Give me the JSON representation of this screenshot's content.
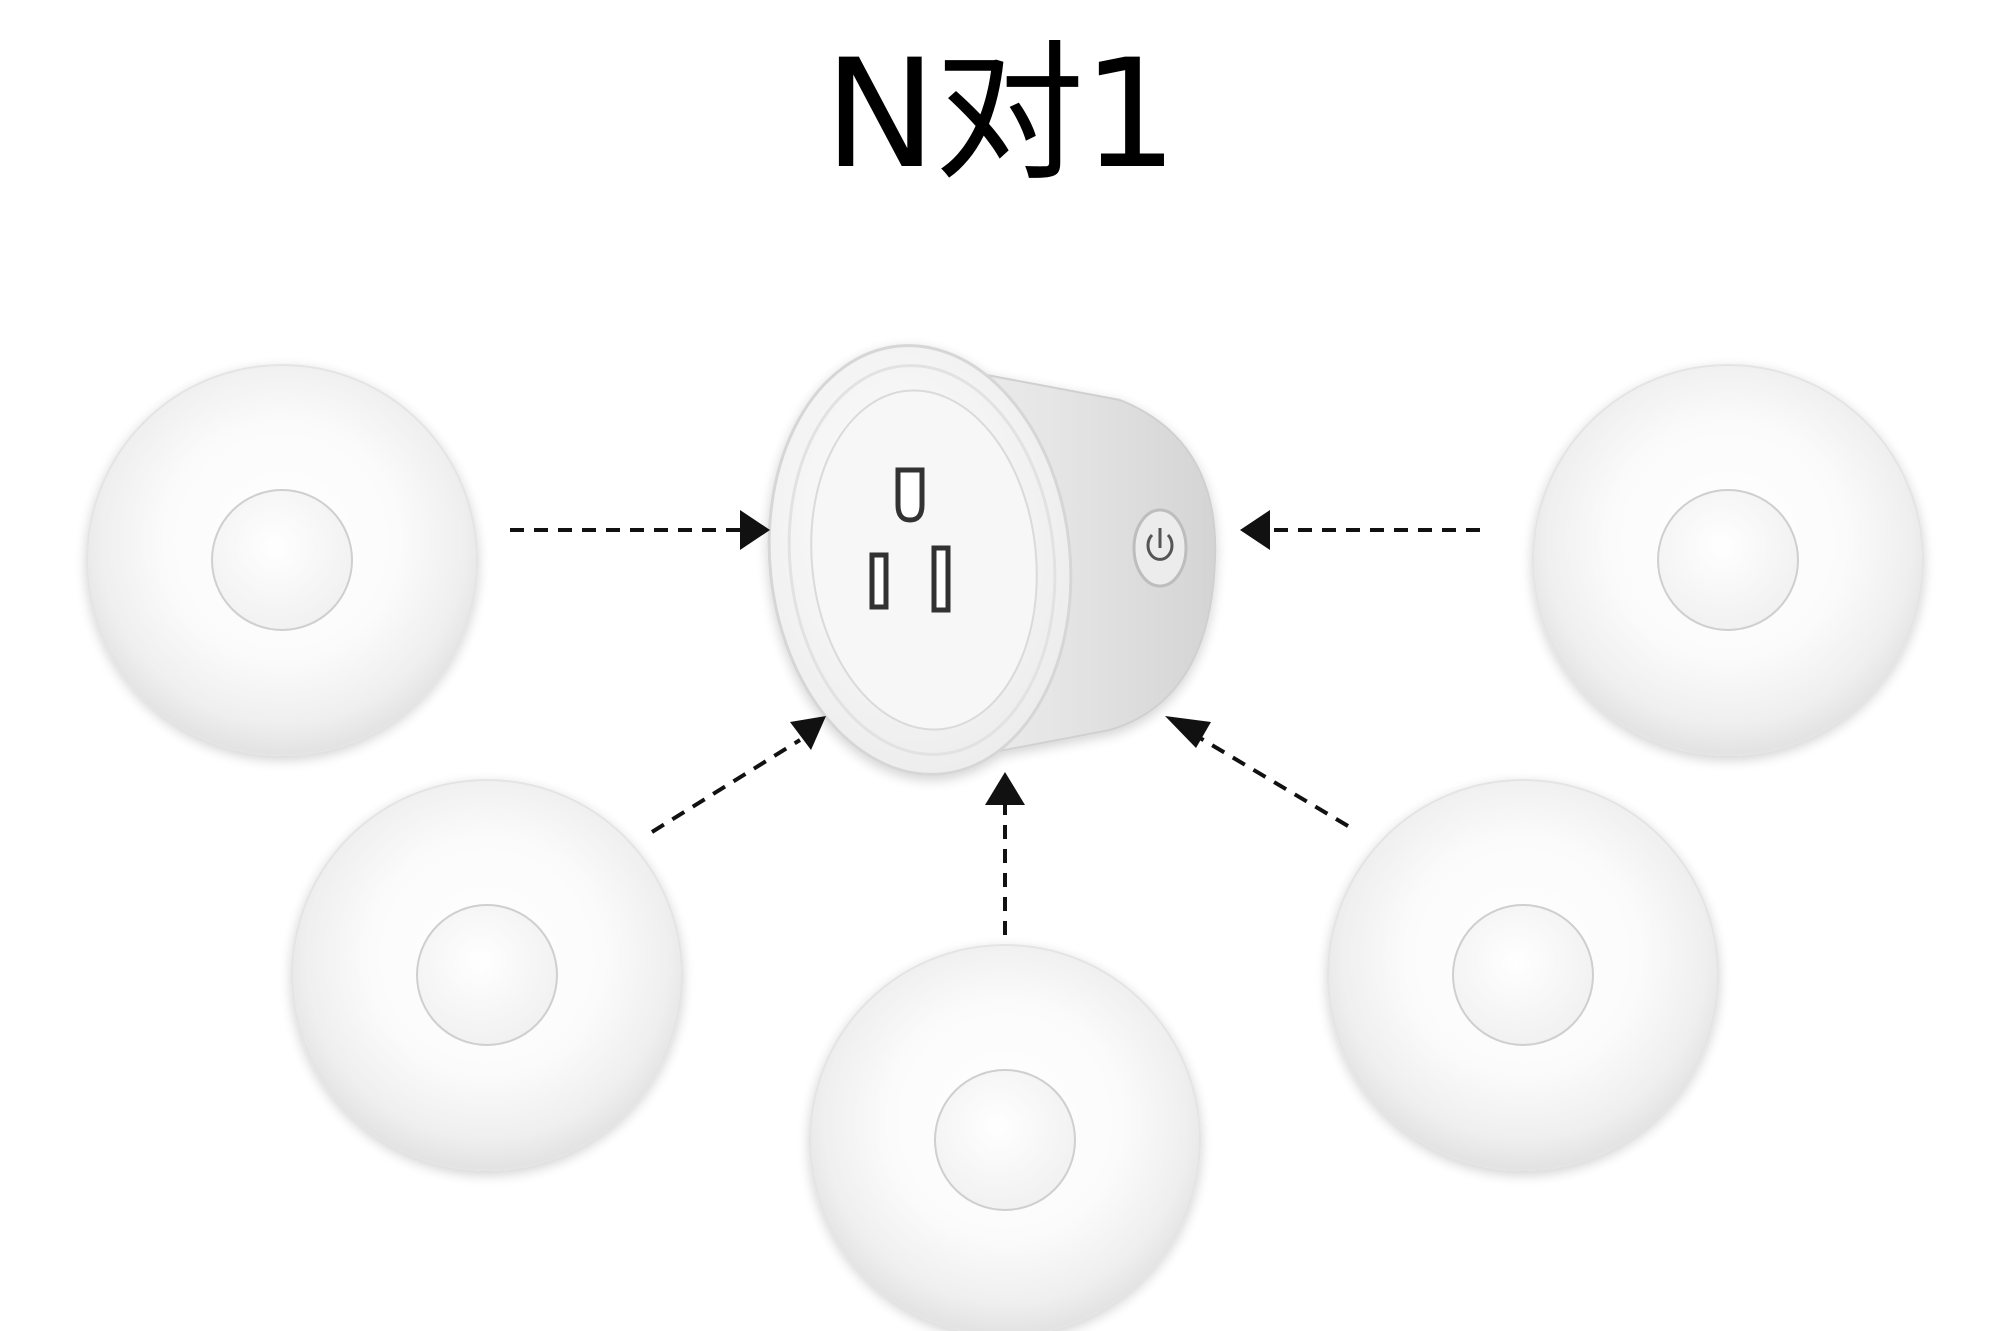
{
  "title": "N对1",
  "colors": {
    "background": "#ffffff",
    "text": "#000000",
    "device_body": "#f4f4f4",
    "device_shadow": "#d9d9d9",
    "arrow": "#111111"
  },
  "hub": {
    "name": "smart-plug",
    "icon": "power-icon"
  },
  "remotes": [
    {
      "name": "remote-button-left-top"
    },
    {
      "name": "remote-button-left-bottom"
    },
    {
      "name": "remote-button-bottom"
    },
    {
      "name": "remote-button-right-bottom"
    },
    {
      "name": "remote-button-right-top"
    }
  ]
}
